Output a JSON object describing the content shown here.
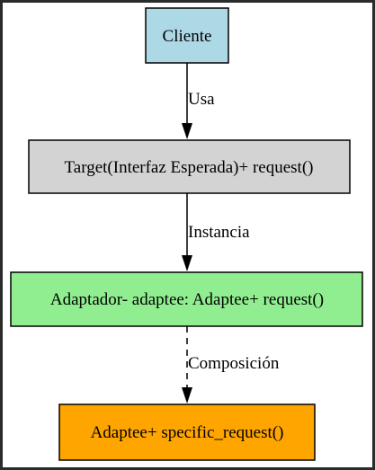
{
  "nodes": [
    {
      "id": "cliente",
      "label": "Cliente",
      "fill": "#add8e6"
    },
    {
      "id": "target",
      "label": "Target(Interfaz Esperada)+ request()",
      "fill": "#d3d3d3"
    },
    {
      "id": "adaptador",
      "label": "Adaptador- adaptee: Adaptee+ request()",
      "fill": "#90ee90"
    },
    {
      "id": "adaptee",
      "label": "Adaptee+ specific_request()",
      "fill": "#ffa500"
    }
  ],
  "edges": [
    {
      "from": "cliente",
      "to": "target",
      "label": "Usa",
      "style": "solid"
    },
    {
      "from": "target",
      "to": "adaptador",
      "label": "Instancia",
      "style": "solid"
    },
    {
      "from": "adaptador",
      "to": "adaptee",
      "label": "Composición",
      "style": "dashed"
    }
  ]
}
